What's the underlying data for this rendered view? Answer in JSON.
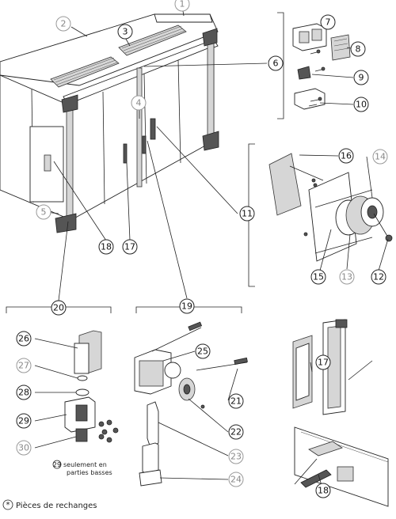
{
  "legend": {
    "marker": "*",
    "text": "Pièces de rechanges"
  },
  "notes": {
    "lower_parts_line1": "seulement en",
    "lower_parts_line2": "parties basses",
    "lower_parts_ref": "29"
  },
  "callouts": [
    {
      "id": "1",
      "style": "grey"
    },
    {
      "id": "2",
      "style": "grey"
    },
    {
      "id": "3",
      "style": "black"
    },
    {
      "id": "4",
      "style": "grey"
    },
    {
      "id": "5",
      "style": "grey"
    },
    {
      "id": "6",
      "style": "black"
    },
    {
      "id": "7",
      "style": "black"
    },
    {
      "id": "8",
      "style": "black"
    },
    {
      "id": "9",
      "style": "black"
    },
    {
      "id": "10",
      "style": "black"
    },
    {
      "id": "11",
      "style": "black"
    },
    {
      "id": "12",
      "style": "black"
    },
    {
      "id": "13",
      "style": "grey"
    },
    {
      "id": "14",
      "style": "grey"
    },
    {
      "id": "15",
      "style": "black"
    },
    {
      "id": "16",
      "style": "black"
    },
    {
      "id": "17",
      "style": "black"
    },
    {
      "id": "18",
      "style": "black"
    },
    {
      "id": "19",
      "style": "black"
    },
    {
      "id": "20",
      "style": "black"
    },
    {
      "id": "21",
      "style": "black"
    },
    {
      "id": "22",
      "style": "black"
    },
    {
      "id": "23",
      "style": "grey"
    },
    {
      "id": "24",
      "style": "grey"
    },
    {
      "id": "25",
      "style": "black"
    },
    {
      "id": "26",
      "style": "black"
    },
    {
      "id": "27",
      "style": "grey"
    },
    {
      "id": "28",
      "style": "black"
    },
    {
      "id": "29",
      "style": "black"
    },
    {
      "id": "30",
      "style": "grey"
    },
    {
      "id": "17",
      "style": "black"
    },
    {
      "id": "18",
      "style": "black"
    }
  ]
}
